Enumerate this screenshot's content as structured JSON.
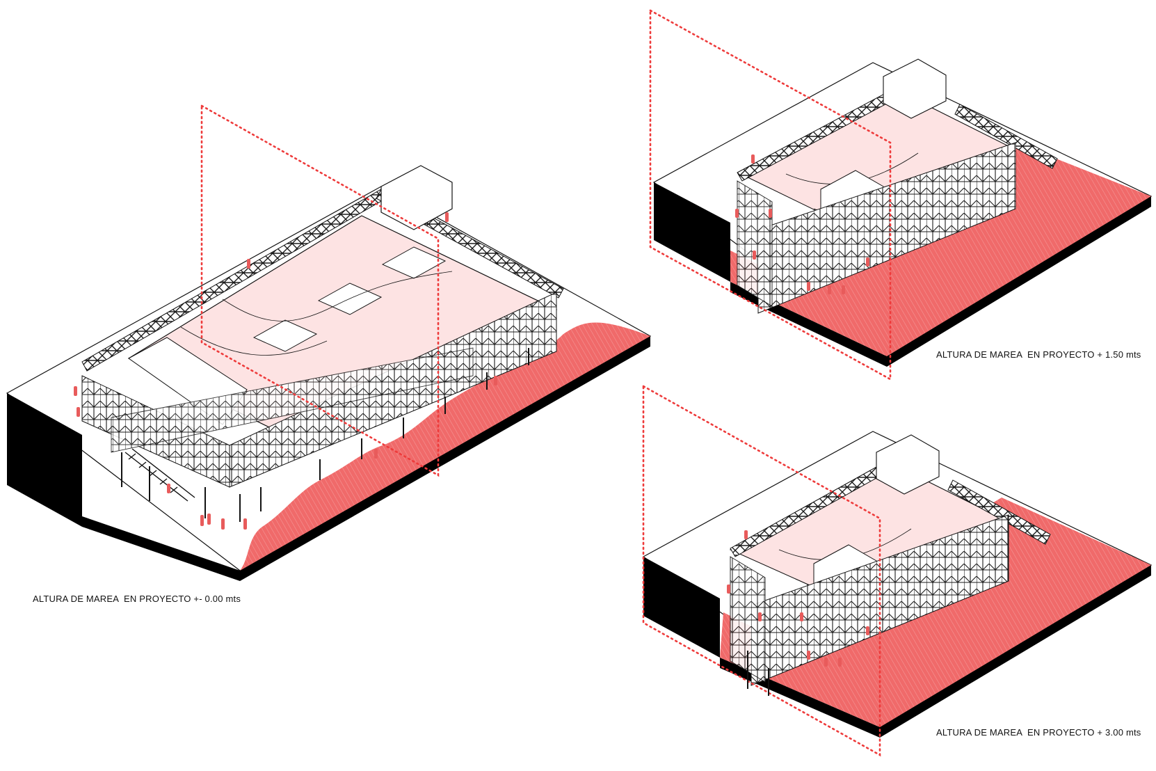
{
  "diagram": {
    "panels": [
      {
        "id": "tide-0",
        "caption": "ALTURA DE MAREA  EN PROYECTO +- 0.00 mts"
      },
      {
        "id": "tide-150",
        "caption": "ALTURA DE MAREA  EN PROYECTO + 1.50 mts"
      },
      {
        "id": "tide-300",
        "caption": "ALTURA DE MAREA  EN PROYECTO + 3.00 mts"
      }
    ],
    "colors": {
      "water": "#f06a6a",
      "water_light": "#fbd3d3",
      "roof_tint": "#fde3e3",
      "section_line": "#ee3b3b",
      "structure": "#1a1a1a",
      "ground": "#000000",
      "figure": "#e85b5b"
    },
    "style": "axonometric section diagram"
  }
}
